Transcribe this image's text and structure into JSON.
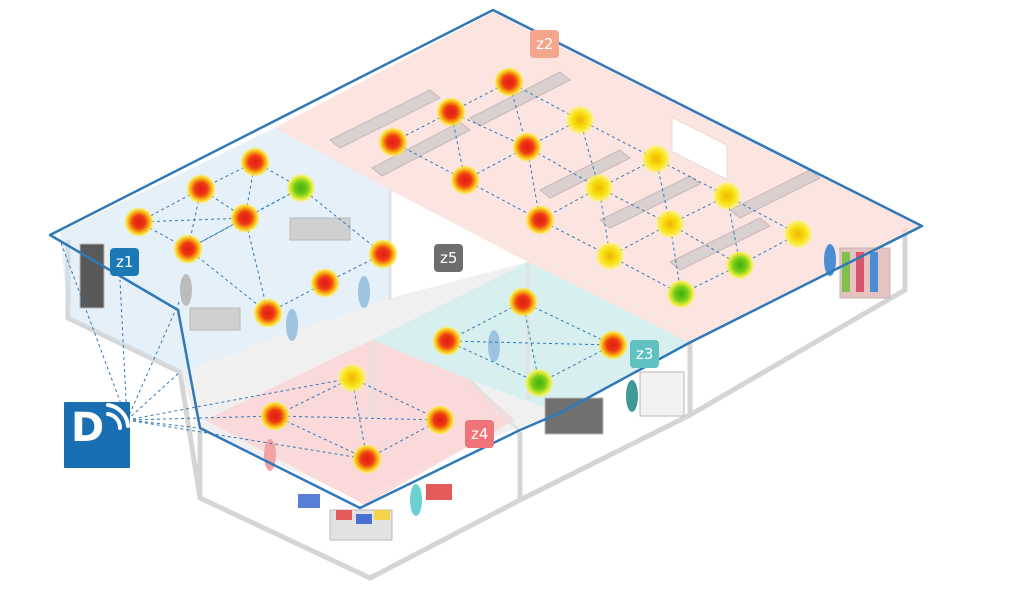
{
  "zones": [
    {
      "id": "z1",
      "label": "z1",
      "color": "#1a79b5"
    },
    {
      "id": "z2",
      "label": "z2",
      "color": "#f3a68b"
    },
    {
      "id": "z3",
      "label": "z3",
      "color": "#5fc2c0"
    },
    {
      "id": "z4",
      "label": "z4",
      "color": "#f0737a"
    },
    {
      "id": "z5",
      "label": "z5",
      "color": "#6d6d6d"
    }
  ],
  "logo": {
    "letter": "D",
    "icon": "wireless-gateway-icon",
    "color": "#1a6fb3"
  },
  "sensor_colors": {
    "red": "#e8211b",
    "yellow": "#f7e500",
    "green": "#5cc21a"
  },
  "outline_color": "#2f79b8"
}
